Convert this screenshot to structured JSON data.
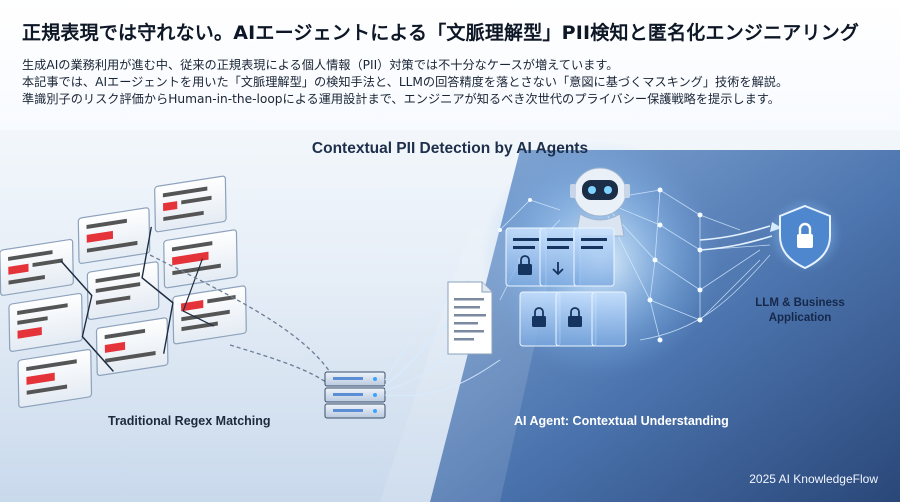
{
  "header": {
    "title": "正規表現では守れない。AIエージェントによる「文脈理解型」PII検知と匿名化エンジニアリング",
    "description_lines": [
      "生成AIの業務利用が進む中、従来の正規表現による個人情報（PII）対策では不十分なケースが増えています。",
      "本記事では、AIエージェントを用いた「文脈理解型」の検知手法と、LLMの回答精度を落とさない「意図に基づくマスキング」技術を解説。",
      "準識別子のリスク評価からHuman-in-the-loopによる運用設計まで、エンジニアが知るべき次世代のプライバシー保護戦略を提示します。"
    ]
  },
  "illustration": {
    "main_title": "Contextual PII Detection by AI Agents",
    "regex_label": "Traditional Regex Matching",
    "agent_label": "AI Agent: Contextual Understanding",
    "app_label": "LLM & Business Application",
    "footer": "2025 AI KnowledgeFlow"
  },
  "colors": {
    "accent_red": "#e5333a",
    "network_blue": "#3d7fd4",
    "glow": "#bfe3ff"
  },
  "icons": [
    "robot-icon",
    "shield-lock-icon",
    "server-icon",
    "document-icon",
    "padlock-icon"
  ]
}
